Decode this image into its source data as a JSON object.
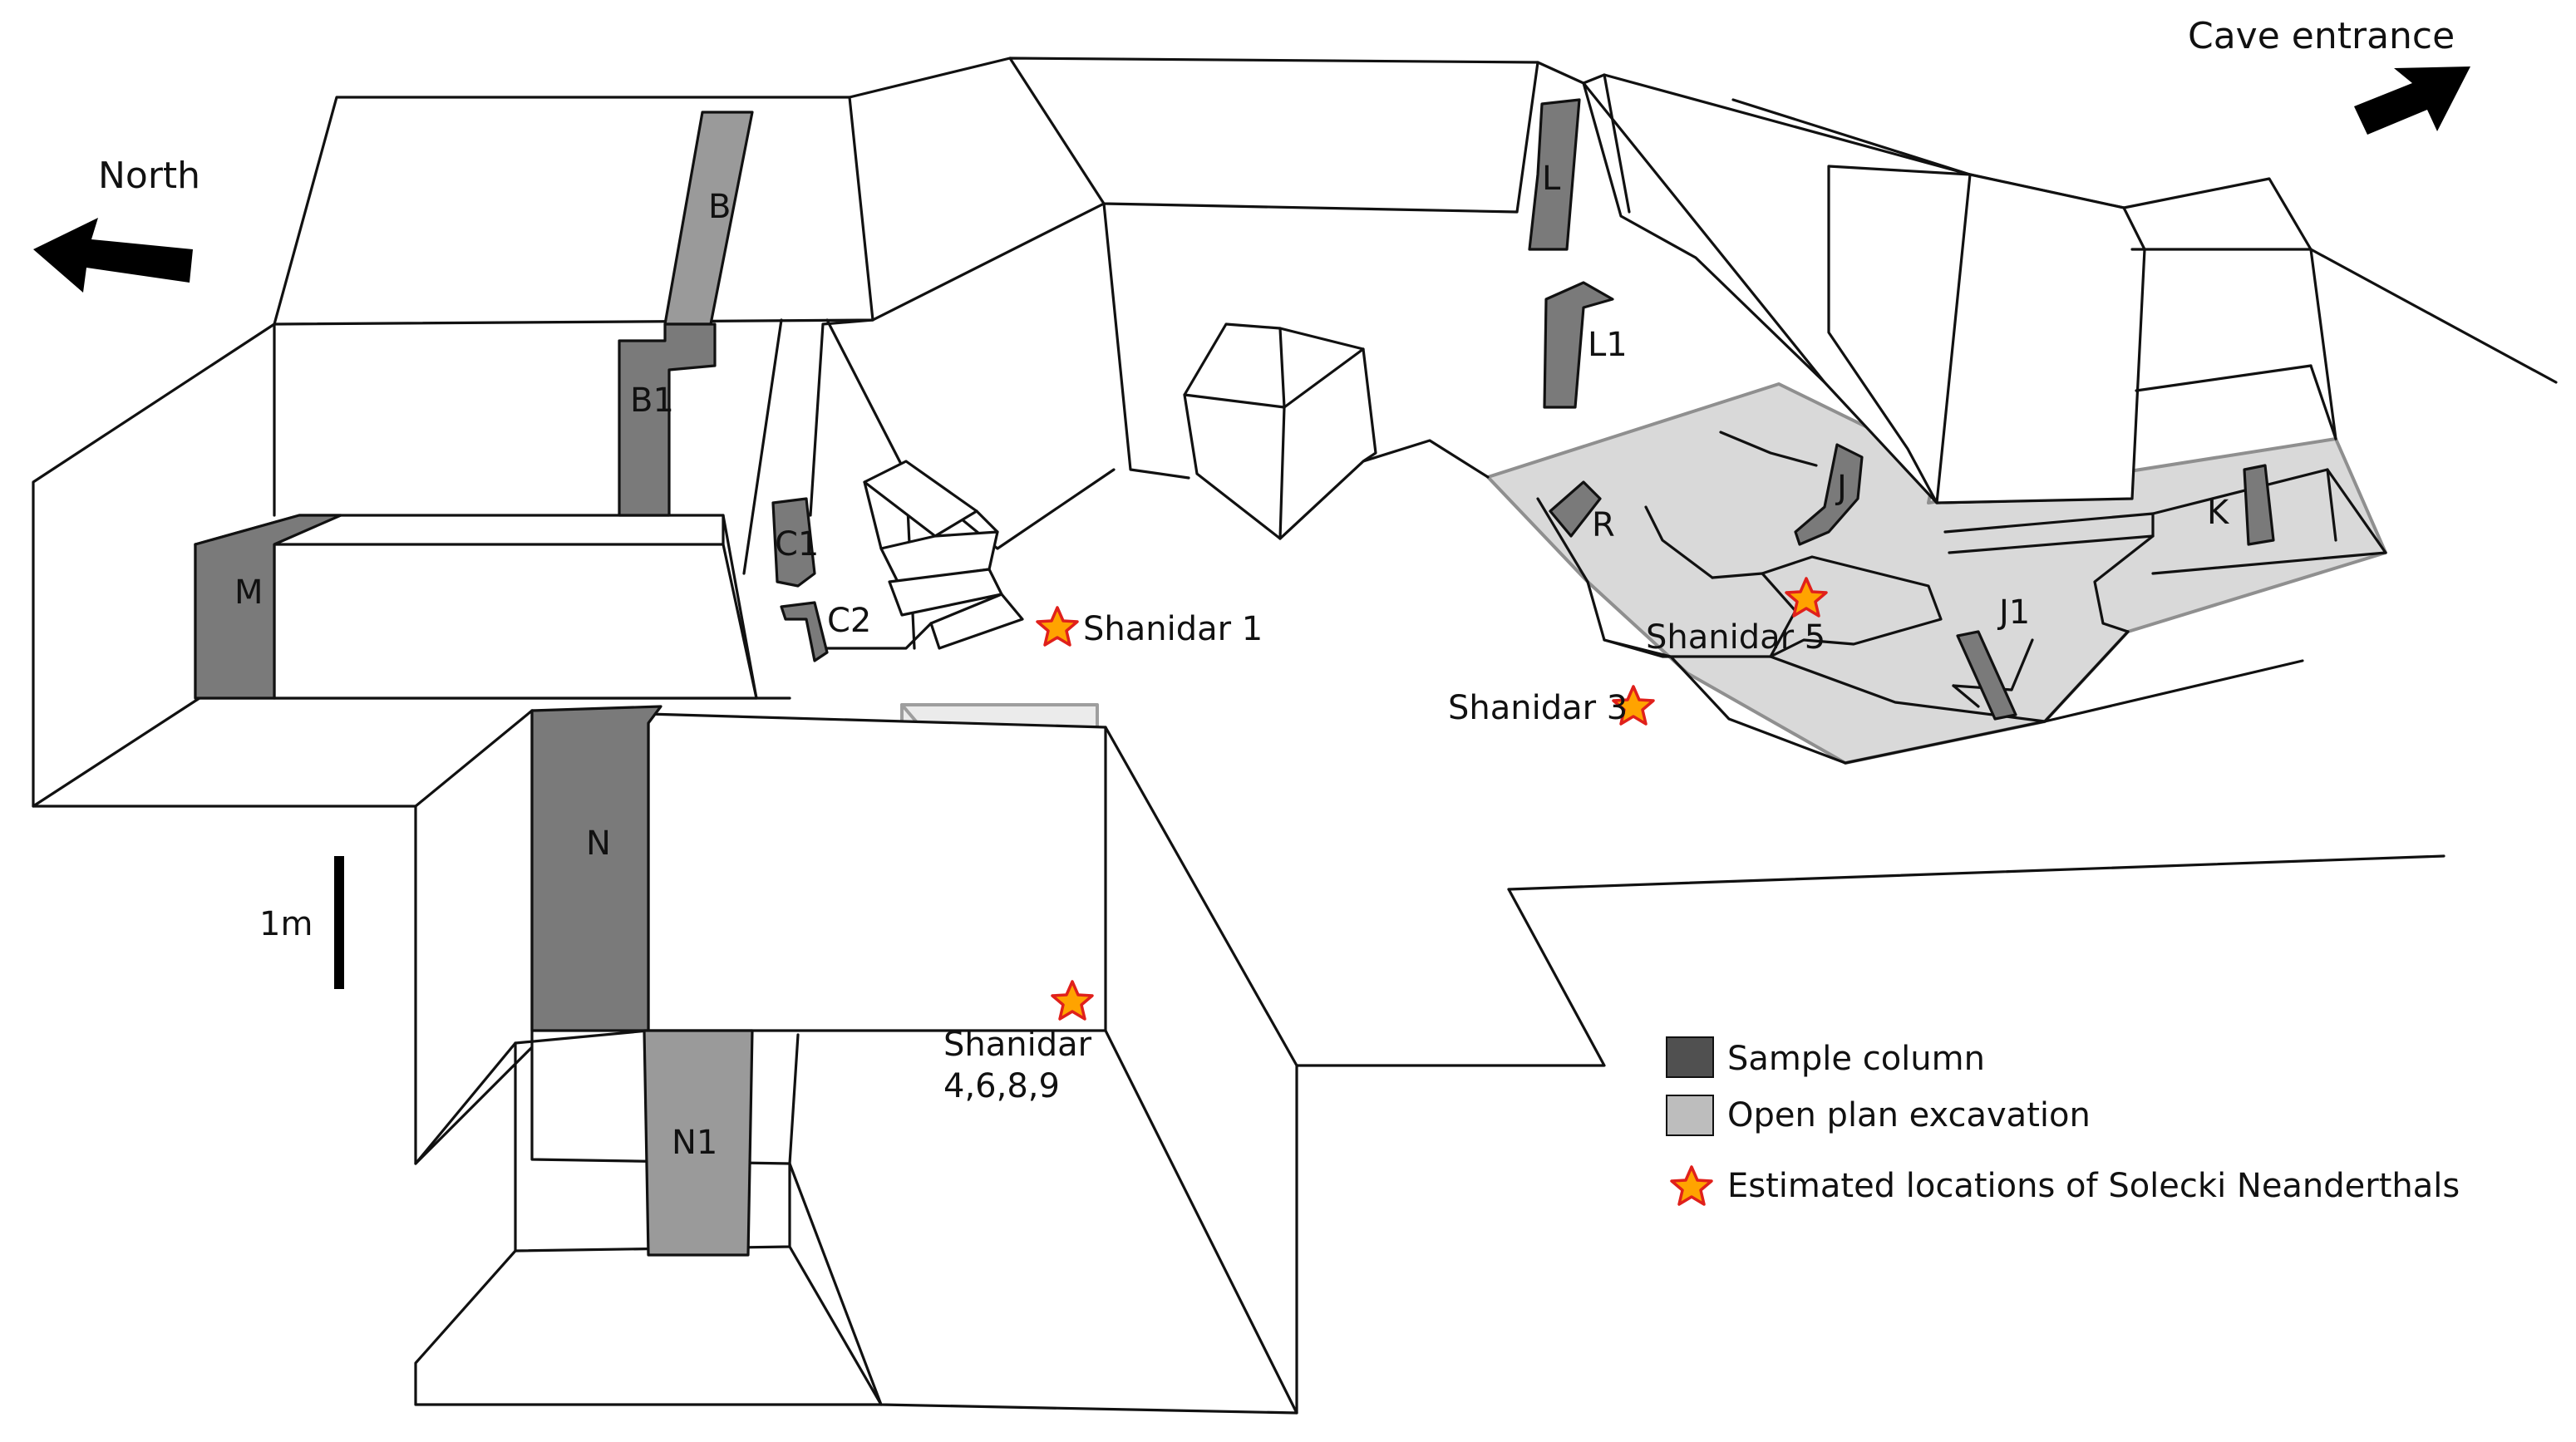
{
  "directions": {
    "north": "North",
    "cave_entrance": "Cave entrance"
  },
  "scale_bar": {
    "label": "1m"
  },
  "columns": {
    "B": "B",
    "B1": "B1",
    "C1": "C1",
    "C2": "C2",
    "M": "M",
    "N": "N",
    "N1": "N1",
    "L": "L",
    "L1": "L1",
    "R": "R",
    "J": "J",
    "J1": "J1",
    "K": "K"
  },
  "burials": {
    "shanidar_1": "Shanidar 1",
    "shanidar_3": "Shanidar 3",
    "shanidar_5": "Shanidar 5",
    "shanidar_4689_line1": "Shanidar",
    "shanidar_4689_line2": "4,6,8,9"
  },
  "legend": {
    "sample_column": "Sample column",
    "open_plan": "Open plan excavation",
    "neanderthals": "Estimated locations of Solecki Neanderthals"
  },
  "colors": {
    "sample_column": "#505050",
    "sample_column_fill": "#7a7a7a",
    "open_plan": "#bdbdbd",
    "open_plan_fill": "#d9d9d9",
    "star_fill": "#ffa300",
    "star_stroke": "#e0201b"
  }
}
